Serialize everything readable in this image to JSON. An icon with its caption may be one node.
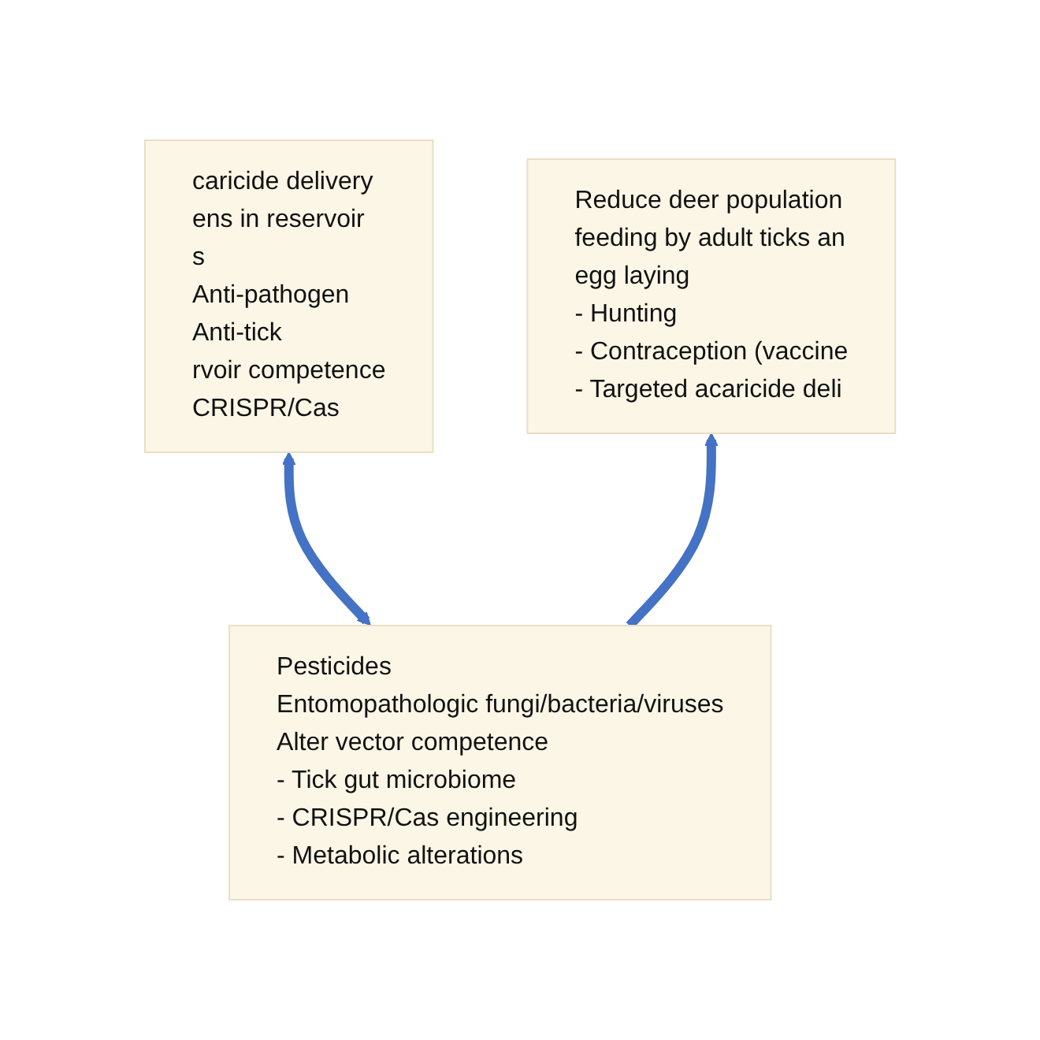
{
  "diagram": {
    "nodes": [
      {
        "text": [
          "caricide delivery",
          "ens in reservoir",
          "s",
          "Anti-pathogen",
          "Anti-tick",
          "rvoir competence",
          "CRISPR/Cas"
        ]
      },
      {
        "text": [
          "Reduce deer population",
          "feeding by adult ticks an",
          "egg laying",
          "- Hunting",
          "- Contraception (vaccine",
          "-  Targeted acaricide deli"
        ]
      },
      {
        "text": [
          "Pesticides",
          "Entomopathologic fungi/bacteria/viruses",
          "Alter vector competence",
          "- Tick gut microbiome",
          "- CRISPR/Cas engineering",
          "- Metabolic alterations"
        ]
      }
    ],
    "edges": [
      {
        "from": 2,
        "to": 0,
        "arrow": "both"
      },
      {
        "from": 2,
        "to": 1,
        "arrow": "to"
      }
    ]
  }
}
